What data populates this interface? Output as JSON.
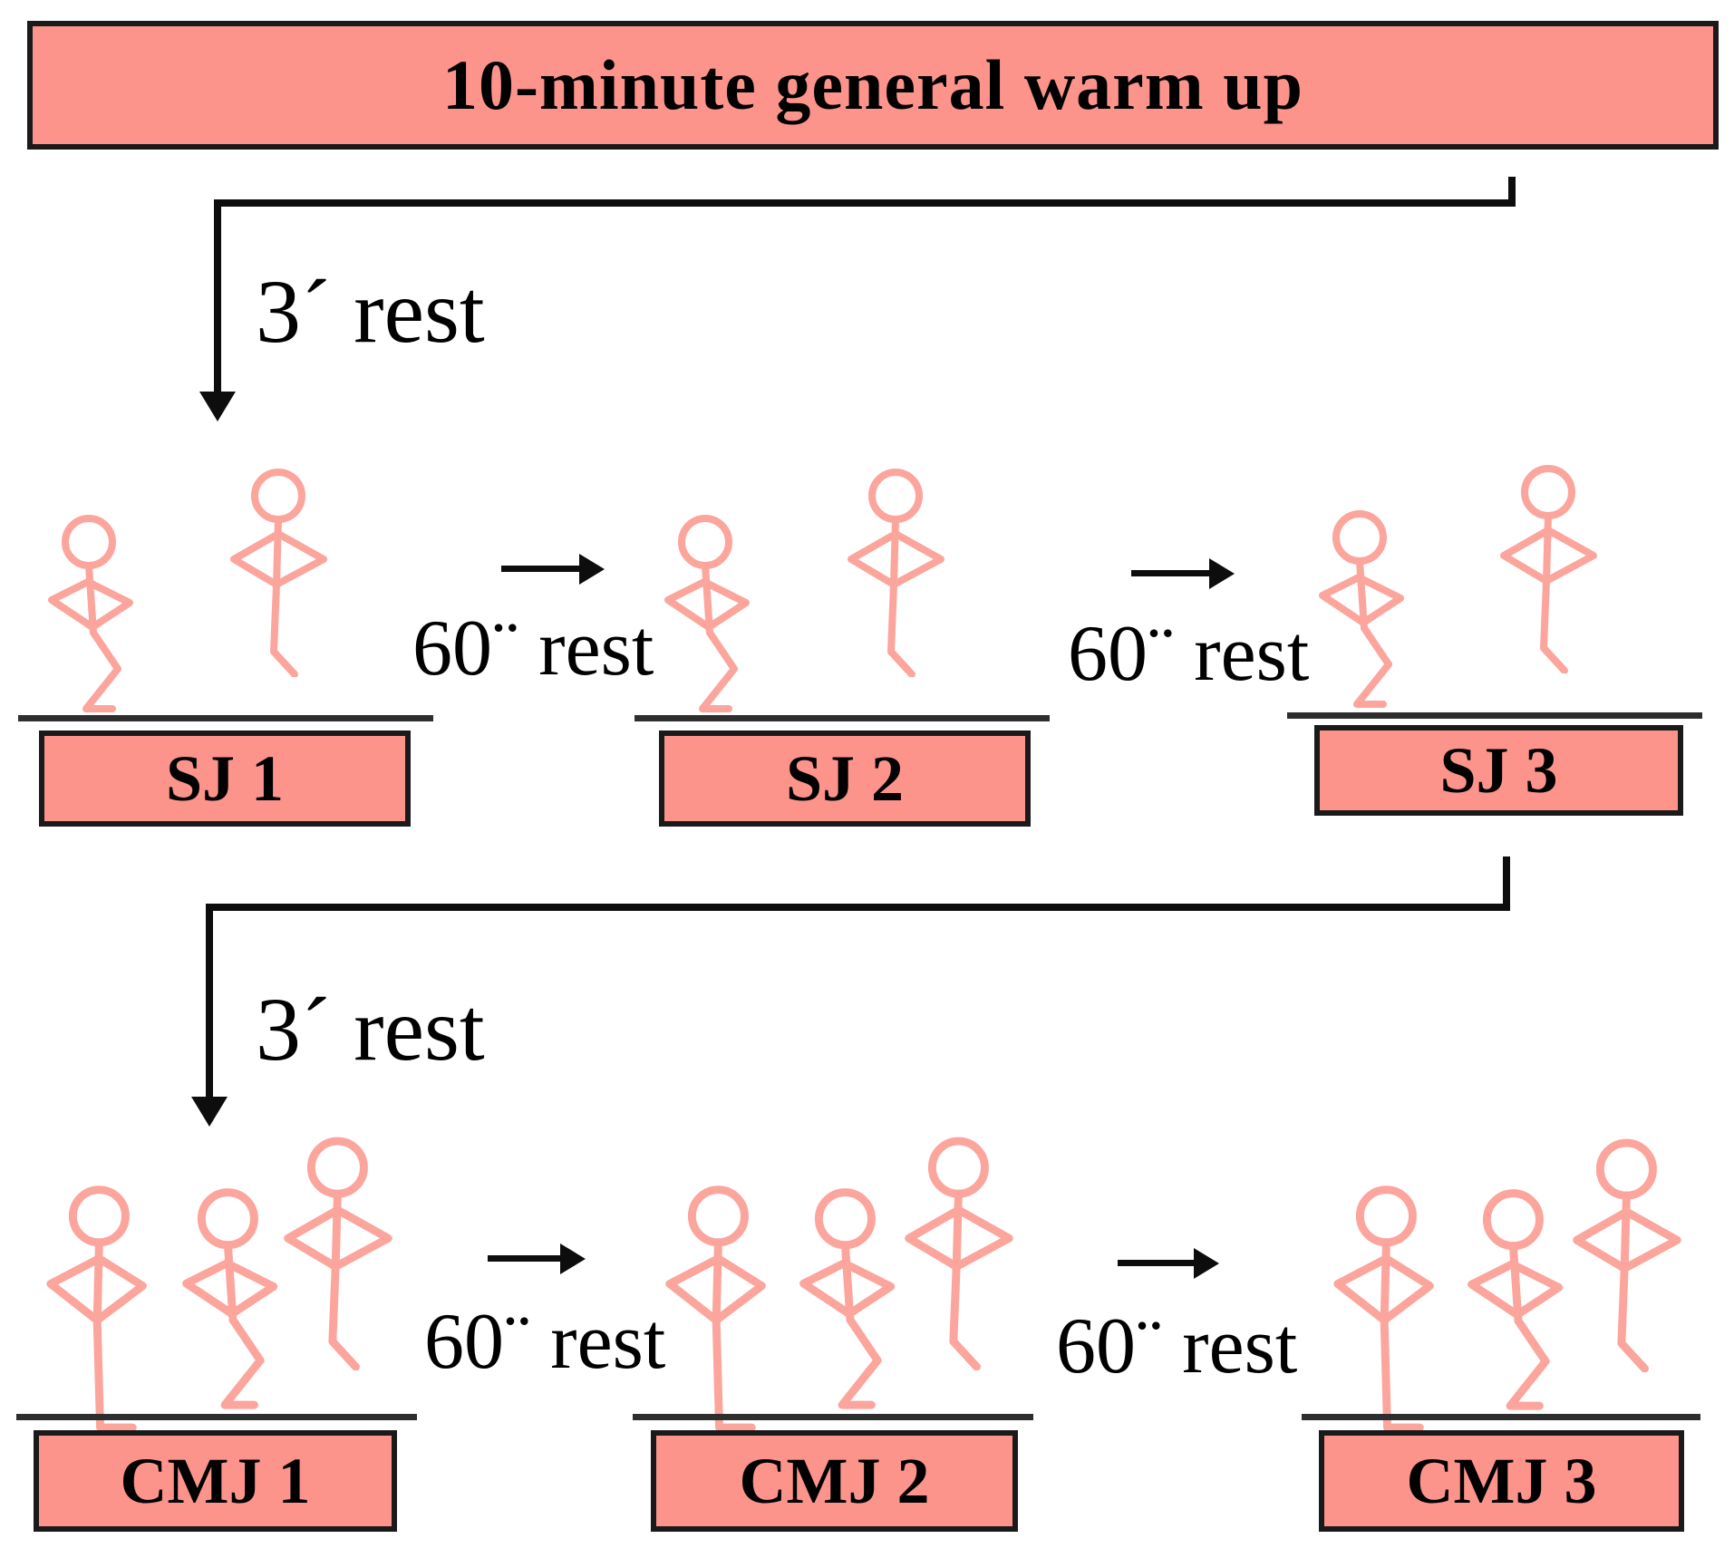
{
  "title": "10-minute general warm up",
  "labels": {
    "rest3_1": "3´ rest",
    "rest3_2": "3´ rest",
    "rest60_1": "60¨ rest",
    "rest60_2": "60¨ rest",
    "rest60_3": "60¨ rest",
    "rest60_4": "60¨ rest"
  },
  "groups": [
    {
      "id": "sj1",
      "label": "SJ 1",
      "figures": [
        "squat",
        "flight"
      ]
    },
    {
      "id": "sj2",
      "label": "SJ 2",
      "figures": [
        "squat",
        "flight"
      ]
    },
    {
      "id": "sj3",
      "label": "SJ 3",
      "figures": [
        "squat",
        "flight"
      ]
    },
    {
      "id": "cmj1",
      "label": "CMJ 1",
      "figures": [
        "standing",
        "squat",
        "flight"
      ]
    },
    {
      "id": "cmj2",
      "label": "CMJ 2",
      "figures": [
        "standing",
        "squat",
        "flight"
      ]
    },
    {
      "id": "cmj3",
      "label": "CMJ 3",
      "figures": [
        "standing",
        "squat",
        "flight"
      ]
    }
  ],
  "colors": {
    "box_fill": "#fc948c",
    "box_border": "#1a1a1a",
    "figure_stroke": "#fba59c",
    "connector_line": "#0d0d0d",
    "ground_line": "#2e2e2e",
    "text": "#000000"
  }
}
